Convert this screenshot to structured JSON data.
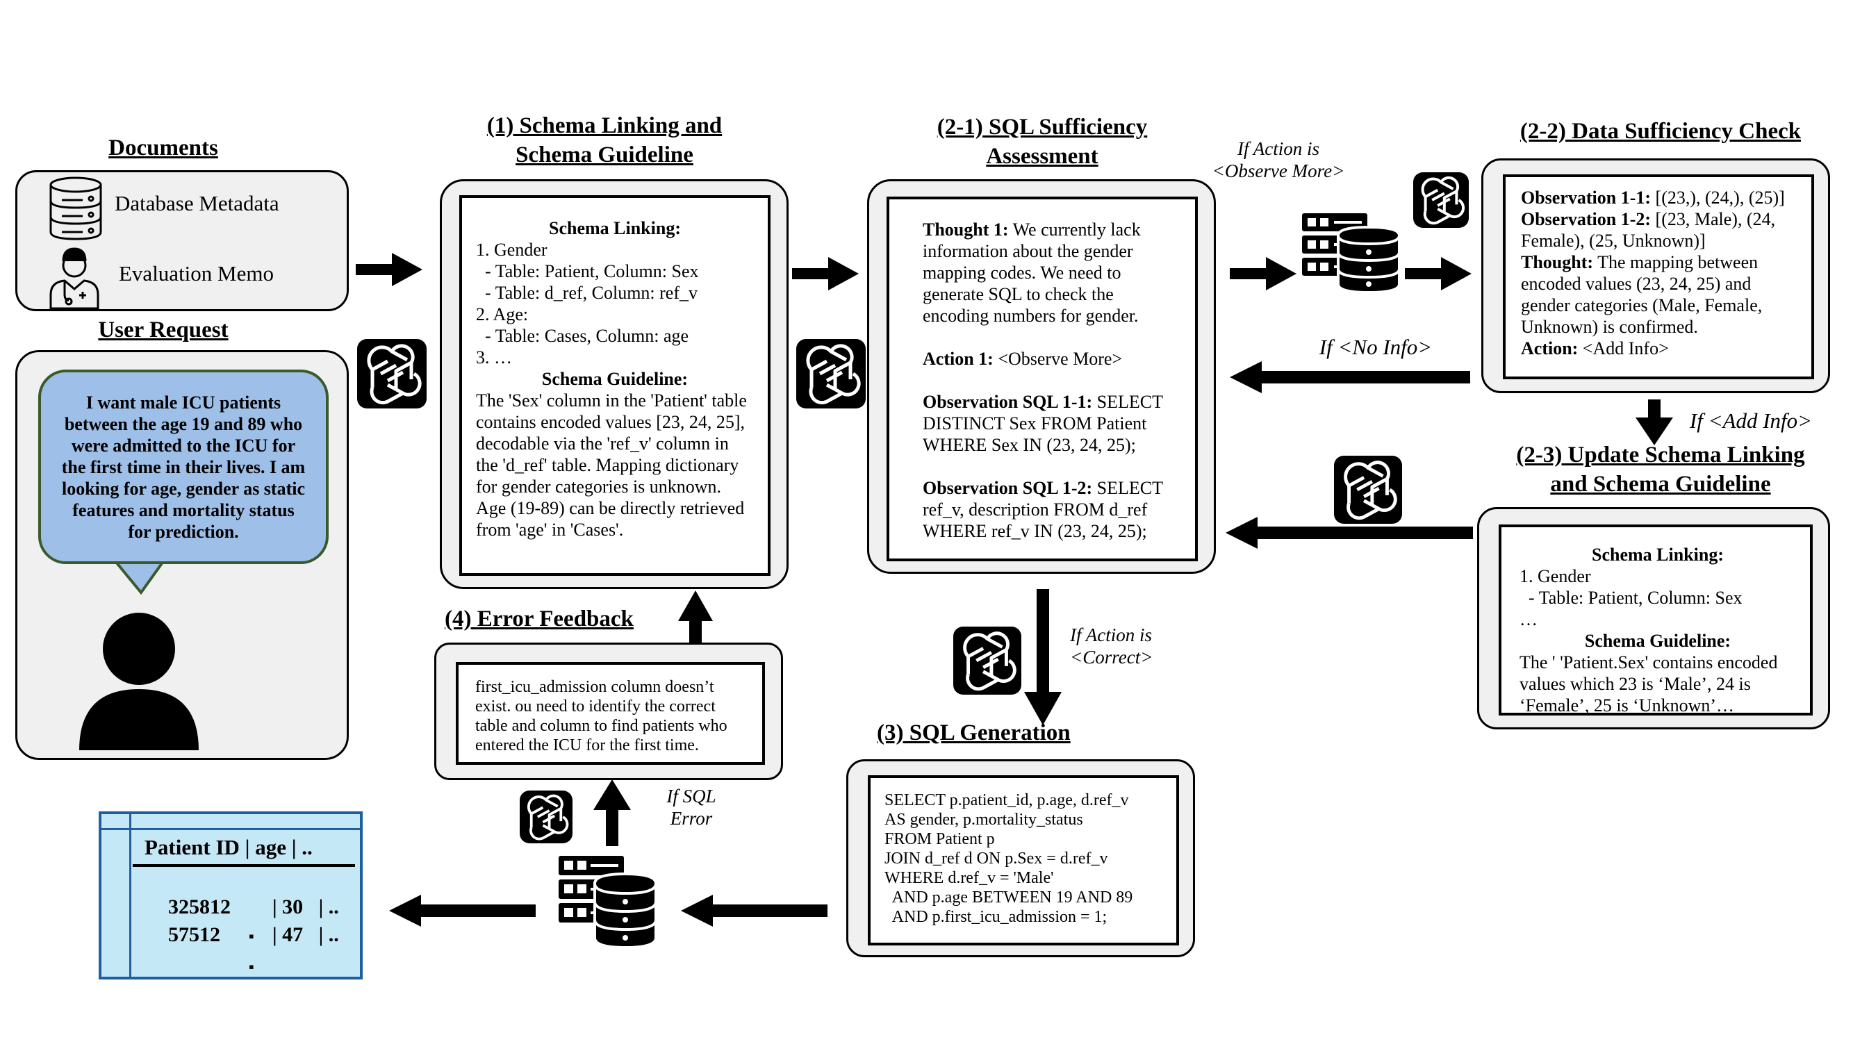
{
  "documents": {
    "title": "Documents",
    "db_metadata": "Database Metadata",
    "eval_memo": "Evaluation Memo"
  },
  "user_request": {
    "title": "User Request",
    "text": "I want male ICU patients between the age 19 and 89 who were admitted to the ICU for the first time in their lives. I am looking for age, gender as static features and mortality status for prediction."
  },
  "schema_linking": {
    "title_line1": "(1) Schema Linking and",
    "title_line2": "Schema Guideline",
    "linking_heading": "Schema Linking:",
    "linking_lines": [
      "1. Gender",
      "  - Table: Patient, Column: Sex",
      "  - Table: d_ref, Column: ref_v",
      "2. Age:",
      "  - Table: Cases, Column: age",
      "3. …"
    ],
    "guideline_heading": "Schema Guideline:",
    "guideline_text": "The 'Sex' column in the 'Patient' table contains encoded values [23, 24, 25], decodable via the 'ref_v' column in the 'd_ref' table. Mapping dictionary for gender categories is unknown. Age (19-89) can be directly retrieved from 'age' in 'Cases'."
  },
  "sufficiency": {
    "title_line1": "(2-1) SQL Sufficiency",
    "title_line2": "Assessment",
    "thought_label": "Thought 1:",
    "thought_text": "We currently lack information about the gender mapping codes. We need to generate SQL to check the encoding numbers for gender.",
    "action_label": "Action 1:",
    "action_text": "<Observe More>",
    "obs1_label": "Observation SQL 1-1:",
    "obs1_text": "SELECT DISTINCT Sex FROM Patient WHERE Sex IN (23, 24, 25);",
    "obs2_label": "Observation SQL 1-2:",
    "obs2_text": "SELECT ref_v, description FROM d_ref WHERE ref_v IN (23, 24, 25);"
  },
  "data_check": {
    "title": "(2-2) Data Sufficiency Check",
    "obs1_label": "Observation 1-1:",
    "obs1_text": "[(23,), (24,), (25)]",
    "obs2_label": "Observation 1-2:",
    "obs2_text": "[(23, Male), (24, Female), (25, Unknown)]",
    "thought_label": "Thought:",
    "thought_text": "The mapping between encoded values (23, 24, 25) and gender categories (Male, Female, Unknown) is confirmed.",
    "action_label": "Action:",
    "action_text": "<Add Info>"
  },
  "update": {
    "title_line1": "(2-3) Update Schema Linking",
    "title_line2": "and Schema Guideline",
    "linking_heading": "Schema Linking:",
    "linking_lines": [
      "1. Gender",
      "  - Table: Patient, Column: Sex",
      "…"
    ],
    "guideline_heading": "Schema Guideline:",
    "guideline_text": "The ' 'Patient.Sex' contains encoded values which 23 is ‘Male’, 24 is ‘Female’, 25 is ‘Unknown’…"
  },
  "error_feedback": {
    "title": "(4) Error Feedback",
    "text": "first_icu_admission column doesn’t exist. ou need to identify the correct table and column to find patients who entered the ICU for the first time."
  },
  "sql_generation": {
    "title": "(3) SQL Generation",
    "lines": [
      "SELECT p.patient_id, p.age, d.ref_v",
      "AS gender, p.mortality_status",
      "FROM Patient p",
      "JOIN d_ref d ON p.Sex = d.ref_v",
      "WHERE d.ref_v = 'Male'",
      "  AND p.age BETWEEN 19 AND 89",
      "  AND p.first_icu_admission = 1;"
    ]
  },
  "edge_labels": {
    "observe_more_line1": "If Action is",
    "observe_more_line2": "<Observe More>",
    "no_info": "If <No Info>",
    "add_info": "If <Add Info>",
    "correct_line1": "If Action is",
    "correct_line2": "<Correct>",
    "sql_error_line1": "If SQL",
    "sql_error_line2": "Error"
  },
  "result_table": {
    "header": "Patient ID | age | ..",
    "rows": [
      {
        "id": "325812",
        "rest": "| 30   | .."
      },
      {
        "id": "57512",
        "rest": "| 47   | .."
      }
    ],
    "ellipsis_dots": [
      "▪",
      "▪"
    ]
  },
  "colors": {
    "request_bubble": "#9dbfe8",
    "request_border": "#3b5a2b",
    "panel_bg": "#f0f0f0",
    "table_bg": "#c5e8f7",
    "table_border": "#1f5fa0"
  },
  "icons": [
    "database-icon",
    "doctor-icon",
    "person-icon",
    "openai-logo-icon",
    "server-database-icon"
  ]
}
